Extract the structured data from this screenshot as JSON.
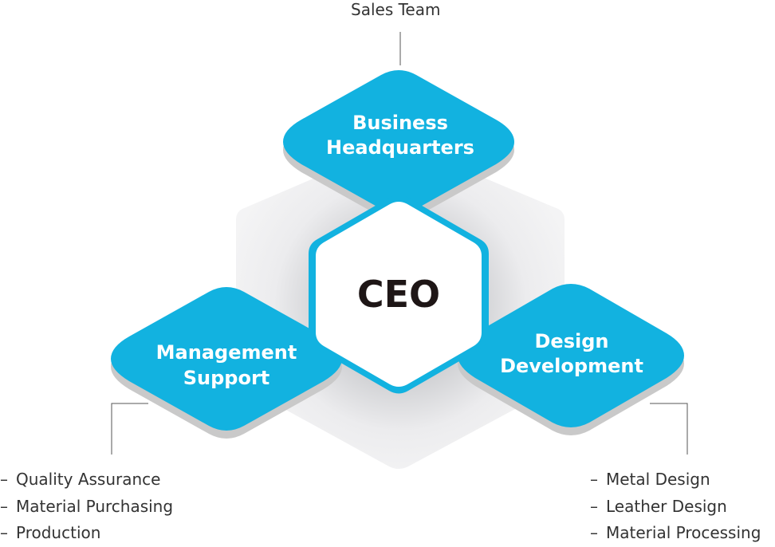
{
  "colors": {
    "accent": "#12b2e0",
    "accent_dark": "#0d9fc9",
    "shadow": "#c9c9c9",
    "hex_bg": "#ececee",
    "ceo_text": "#1e1616",
    "line": "#555555"
  },
  "top_label": "Sales Team",
  "nodes": {
    "business": {
      "lines": [
        "Business",
        "Headquarters"
      ]
    },
    "management": {
      "lines": [
        "Management",
        "Support"
      ]
    },
    "design": {
      "lines": [
        "Design",
        "Development"
      ]
    }
  },
  "ceo": {
    "label": "CEO"
  },
  "management_list": {
    "dash": "–",
    "items": [
      "Quality Assurance",
      "Material Purchasing",
      "Production"
    ]
  },
  "design_list": {
    "dash": "–",
    "items": [
      "Metal Design",
      "Leather Design",
      "Material Processing"
    ]
  }
}
